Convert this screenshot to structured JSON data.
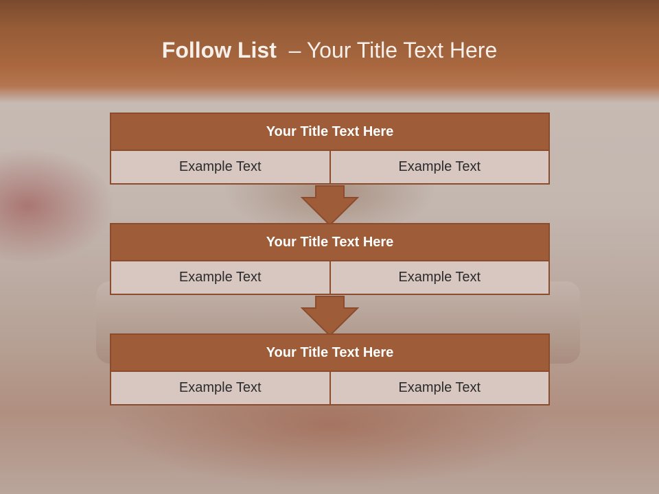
{
  "slide": {
    "title_bold": "Follow List",
    "title_rest": "– Your Title Text Here"
  },
  "blocks": [
    {
      "title": "Your Title Text Here",
      "left": "Example Text",
      "right": "Example Text"
    },
    {
      "title": "Your Title Text Here",
      "left": "Example Text",
      "right": "Example Text"
    },
    {
      "title": "Your Title Text Here",
      "left": "Example Text",
      "right": "Example Text"
    }
  ],
  "colors": {
    "header": "#a8673f",
    "block_title": "#9e5d38",
    "cell": "#d8c7c1",
    "border": "#8a4c2d"
  },
  "icons": [
    "down-arrow-icon",
    "down-arrow-icon"
  ]
}
